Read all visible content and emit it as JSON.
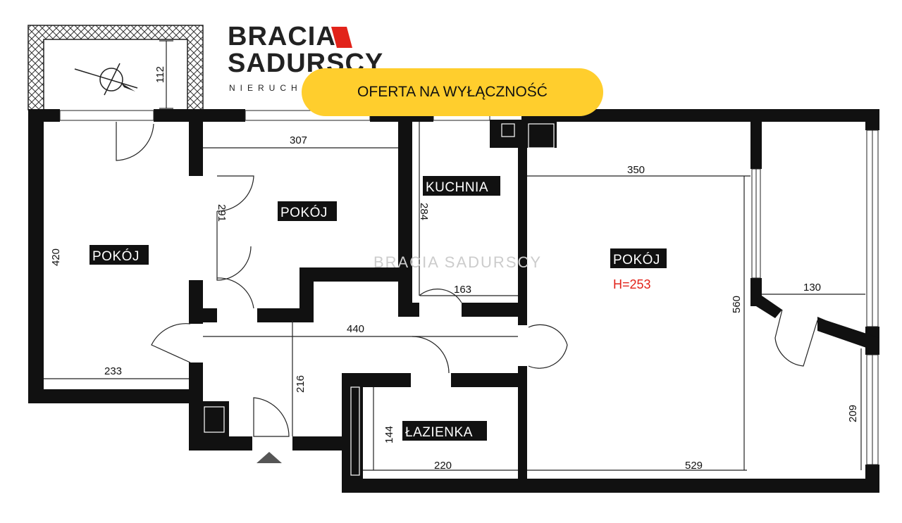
{
  "colors": {
    "wall": "#111111",
    "badge_bg": "#FFCE2D",
    "accent_red": "#E2231A",
    "height_text": "#E2231A"
  },
  "logo": {
    "line1": "BRACIA",
    "line2": "SADURSCY",
    "subtitle": "NIERUCHOMOŚCI"
  },
  "badge": {
    "text": "OFERTA NA WYŁĄCZNOŚĆ"
  },
  "watermark": {
    "text": "BRACIA SADURSCY"
  },
  "rooms": [
    {
      "id": "pokoj-left",
      "label": "POKÓJ"
    },
    {
      "id": "pokoj-middle",
      "label": "POKÓJ"
    },
    {
      "id": "kuchnia",
      "label": "KUCHNIA"
    },
    {
      "id": "pokoj-large",
      "label": "POKÓJ",
      "height": "H=253"
    },
    {
      "id": "lazienka",
      "label": "ŁAZIENKA"
    }
  ],
  "dimensions": {
    "balcony_depth": "112",
    "left_room_height": "420",
    "left_room_width": "233",
    "middle_room_width": "307",
    "middle_room_height": "291",
    "kitchen_height": "284",
    "kitchen_width": "163",
    "hall_width": "440",
    "hall_height": "216",
    "bath_height": "144",
    "bath_width": "220",
    "large_room_top": "350",
    "large_room_height": "560",
    "large_room_bottom": "529",
    "loggia_width": "130",
    "loggia_height": "209"
  },
  "icons": {
    "compass": "compass-icon",
    "entrance": "entrance-arrow-icon"
  }
}
